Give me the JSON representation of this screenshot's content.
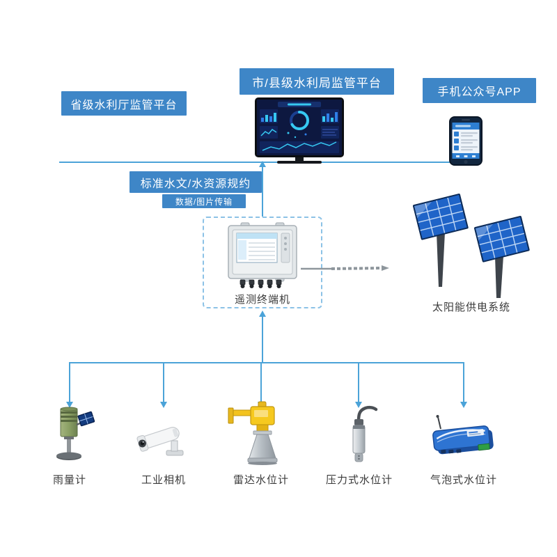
{
  "colors": {
    "box_blue": "#3e86c7",
    "line_blue": "#4ba3d8",
    "dashed_border": "#8cc2e6"
  },
  "platforms": {
    "provincial": "省级水利厅监管平台",
    "city_county": "市/县级水利局监管平台",
    "mobile_app": "手机公众号APP"
  },
  "links": {
    "protocol": "标准水文/水资源规约",
    "transmission": "数据/图片传输"
  },
  "terminal": {
    "label": "遥测终端机"
  },
  "solar": {
    "label": "太阳能供电系统"
  },
  "sensors": [
    {
      "label": "雨量计"
    },
    {
      "label": "工业相机"
    },
    {
      "label": "雷达水位计"
    },
    {
      "label": "压力式水位计"
    },
    {
      "label": "气泡式水位计"
    }
  ]
}
